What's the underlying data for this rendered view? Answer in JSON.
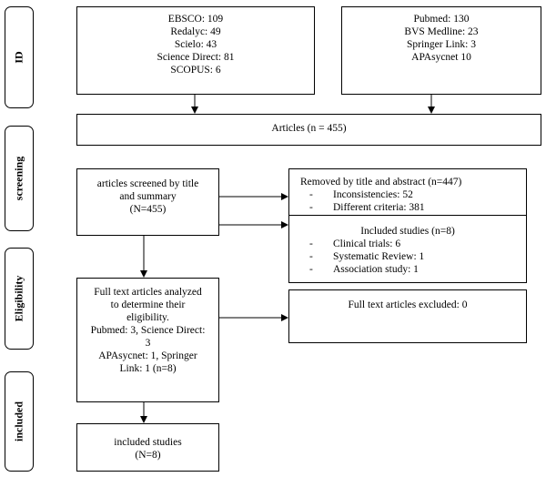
{
  "stages": {
    "id": "ID",
    "screening": "screening",
    "eligibility": "Eligibility",
    "included": "included"
  },
  "databases_left": [
    "EBSCO: 109",
    "Redalyc: 49",
    "Scielo: 43",
    "Science Direct: 81",
    "SCOPUS: 6"
  ],
  "databases_right": [
    "Pubmed: 130",
    "BVS Medline: 23",
    "Springer Link: 3",
    "APAsycnet 10"
  ],
  "articles": "Articles (n = 455)",
  "screened": [
    "articles screened by title",
    "and summary",
    "(N=455)"
  ],
  "removed": {
    "title": "Removed by title and abstract (n=447)",
    "items": [
      "Inconsistencies: 52",
      "Different criteria: 381"
    ]
  },
  "included_studies": {
    "title": "Included studies (n=8)",
    "items": [
      "Clinical trials: 6",
      "Systematic Review: 1",
      "Association study: 1"
    ]
  },
  "fulltext": [
    "Full text articles analyzed",
    "to determine their",
    "eligibility.",
    "Pubmed: 3, Science Direct:",
    "3",
    "APAsycnet: 1, Springer",
    "Link: 1 (n=8)"
  ],
  "excluded": "Full text articles excluded: 0",
  "final": [
    "included studies",
    "(N=8)"
  ]
}
